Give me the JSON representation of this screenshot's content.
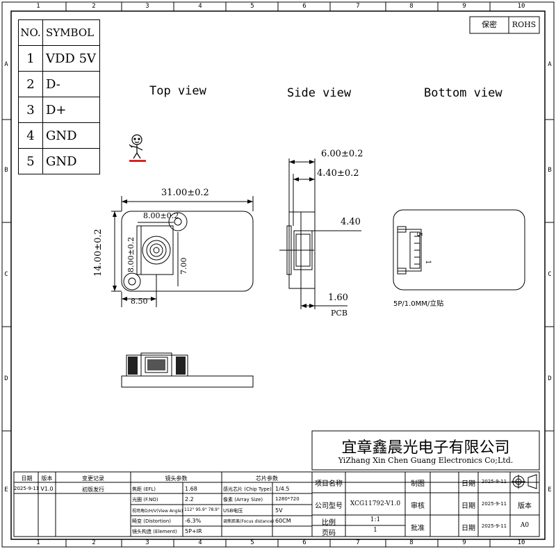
{
  "zones": {
    "columns": [
      "1",
      "2",
      "3",
      "4",
      "5",
      "6",
      "7",
      "8",
      "9",
      "10"
    ],
    "rows": [
      "A",
      "B",
      "C",
      "D",
      "E"
    ]
  },
  "corner": {
    "secret": "保密",
    "rohs": "ROHS"
  },
  "pin_table": {
    "headers": [
      "NO.",
      "SYMBOL"
    ],
    "rows": [
      {
        "no": "1",
        "symbol": "VDD 5V"
      },
      {
        "no": "2",
        "symbol": "D-"
      },
      {
        "no": "3",
        "symbol": "D+"
      },
      {
        "no": "4",
        "symbol": "GND"
      },
      {
        "no": "5",
        "symbol": "GND"
      }
    ]
  },
  "views": {
    "top": "Top view",
    "side": "Side view",
    "bottom": "Bottom view"
  },
  "top_dims": {
    "width": "31.00±0.2",
    "height": "14.00±0.2",
    "lens_w": "8.00±0.2",
    "lens_h": "8.00±0.2",
    "lens_off": "7.00",
    "left_off": "8.50"
  },
  "side_dims": {
    "total": "6.00±0.2",
    "module": "4.40±0.2",
    "lens_len": "4.40",
    "pcb_t": "1.60",
    "pcb": "PCB"
  },
  "bottom": {
    "connector_note": "5P/1.0MM/立贴",
    "pin5": "5",
    "pin1": "1"
  },
  "company": {
    "cn": "宜章鑫晨光电子有限公司",
    "en": "YiZhang Xin Chen Guang Electronics Co;Ltd."
  },
  "title_block": {
    "rev_headers": [
      "日期",
      "版本",
      "变更记录"
    ],
    "rev_row": [
      "2025-9-11",
      "V1.0",
      "初版发行"
    ],
    "lens_header": "镜头参数",
    "chip_header": "芯片参数",
    "lens_params": [
      {
        "k": "焦距 (EFL)",
        "v": "1.68"
      },
      {
        "k": "光圈 (F.NO)",
        "v": "2.2"
      },
      {
        "k": "视场角D/H/V(View Angle)",
        "v": "112° 95.9° 78.9°"
      },
      {
        "k": "畸变 (Distortion)",
        "v": "-6.3%"
      },
      {
        "k": "镜头构造 (Element)",
        "v": "5P+IR"
      }
    ],
    "chip_params": [
      {
        "k": "感光芯片 (Chip Type)",
        "v": "1/4.5"
      },
      {
        "k": "像素 (Array Size)",
        "v": "1280*720"
      },
      {
        "k": "USB电压",
        "v": "5V"
      },
      {
        "k": "调焦距离(Focus distance)",
        "v": "60CM"
      }
    ],
    "project_label": "项目名称",
    "model_label": "公司型号",
    "model_value": "XCG11792-V1.0",
    "scale_label": "比例",
    "scale_value": "1:1",
    "page_label": "页码",
    "page_value": "1",
    "draw_label": "制图",
    "review_label": "审核",
    "approve_label": "批准",
    "date_label": "日期",
    "date_value": "2025-9-11",
    "version_label": "版本",
    "version_value": "A0"
  }
}
